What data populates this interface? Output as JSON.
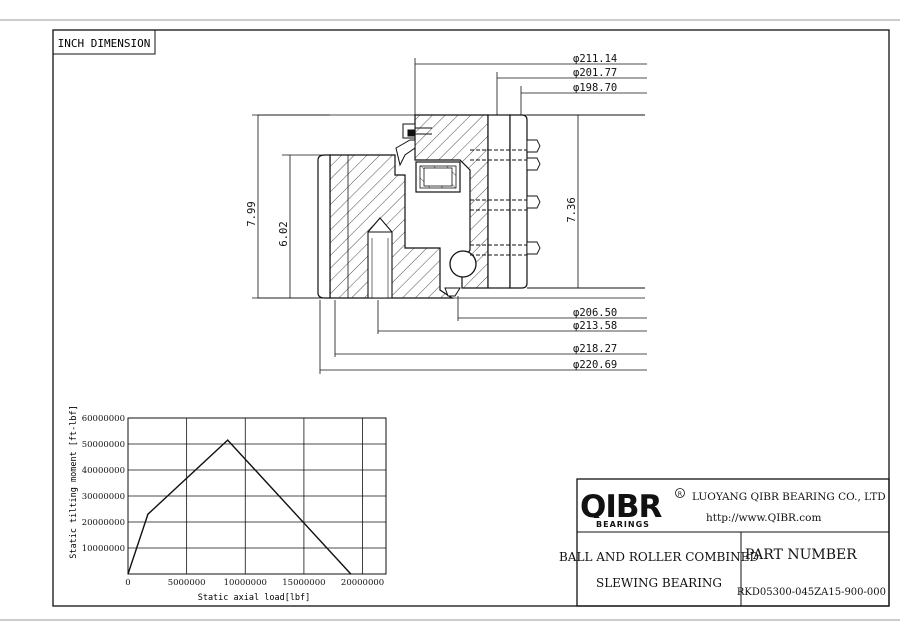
{
  "header": {
    "unit_label": "INCH DIMENSION"
  },
  "dimensions": {
    "top": [
      "φ211.14",
      "φ201.77",
      "φ198.70"
    ],
    "bottom": [
      "φ206.50",
      "φ213.58",
      "φ218.27",
      "φ220.69"
    ],
    "heights": [
      "7.99",
      "6.02",
      "7.36"
    ]
  },
  "chart_data": {
    "type": "line",
    "title": "",
    "xlabel": "Static axial load[lbf]",
    "ylabel": "Static tilting moment [ft-lbf]",
    "xlim": [
      0,
      22000000
    ],
    "ylim": [
      0,
      60000000
    ],
    "x_ticks": [
      0,
      5000000,
      10000000,
      15000000,
      20000000
    ],
    "x_tick_labels": [
      "0",
      "5000000",
      "10000000",
      "15000000",
      "20000000"
    ],
    "y_ticks": [
      10000000,
      20000000,
      30000000,
      40000000,
      50000000,
      60000000
    ],
    "y_tick_labels": [
      "10000000",
      "20000000",
      "30000000",
      "40000000",
      "50000000",
      "60000000"
    ],
    "grid": true,
    "series": [
      {
        "x": [
          0,
          1700000,
          8500000,
          19000000
        ],
        "y": [
          0,
          23000000,
          51500000,
          0
        ]
      }
    ]
  },
  "title_block": {
    "logo_text": "QIBR",
    "logo_sub": "BEARINGS",
    "company": "LUOYANG QIBR BEARING CO., LTD",
    "website": "http://www.QIBR.com",
    "product_line1": "BALL AND ROLLER COMBINED",
    "product_line2": "SLEWING BEARING",
    "part_number_label": "PART NUMBER",
    "part_number": "RKD05300-045ZA15-900-000"
  }
}
